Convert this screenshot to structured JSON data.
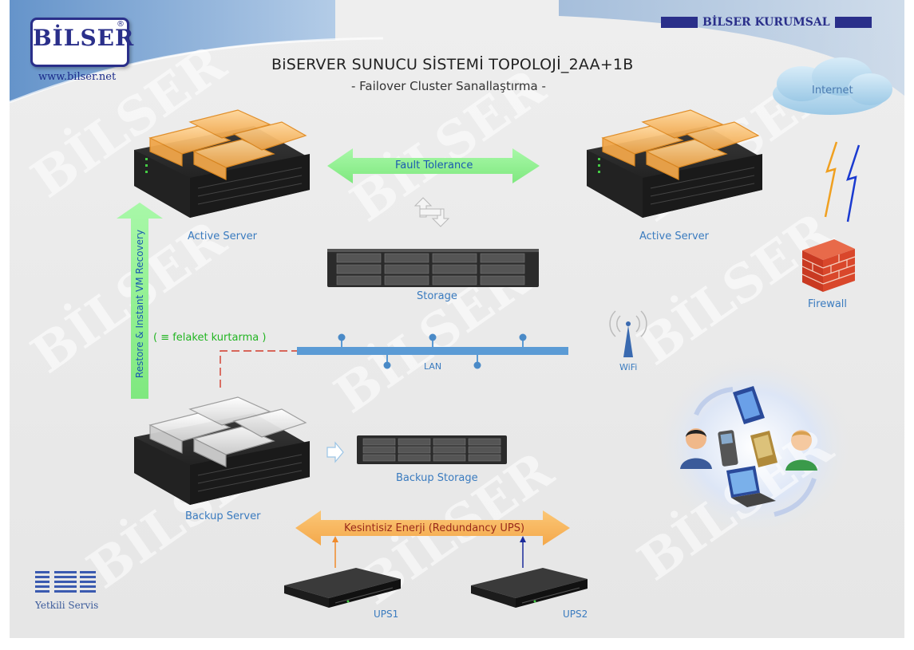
{
  "header": {
    "logo_text": "BİLSER",
    "logo_reg": "®",
    "website": "www.bilser.net",
    "corporate_label": "BİLSER KURUMSAL",
    "title": "BiSERVER SUNUCU SİSTEMİ TOPOLOJİ_2AA+1B",
    "subtitle": "- Failover Cluster Sanallaştırma -"
  },
  "nodes": {
    "active_server_left": "Active Server",
    "active_server_right": "Active Server",
    "storage": "Storage",
    "backup_server": "Backup Server",
    "backup_storage": "Backup Storage",
    "internet": "Internet",
    "firewall": "Firewall",
    "wifi": "WiFi",
    "lan": "LAN",
    "ups1": "UPS1",
    "ups2": "UPS2"
  },
  "connectors": {
    "fault_tolerance": "Fault Tolerance",
    "restore": "Restore & Instant VM Recovery",
    "disaster_recovery": "( ≡ felaket kurtarma )",
    "ups_redundancy": "Kesintisiz Enerji (Redundancy UPS)"
  },
  "footer": {
    "ibm_logo": "IBM",
    "authorized_service": "Yetkili Servis"
  },
  "watermark": "BİLSER",
  "colors": {
    "brand_navy": "#2a2f8a",
    "label_blue": "#3a7bbf",
    "fault_green": "#8ef58e",
    "ups_orange": "#f7b35c",
    "firewall_red": "#d9472b",
    "lan_blue": "#5b9bd5"
  }
}
